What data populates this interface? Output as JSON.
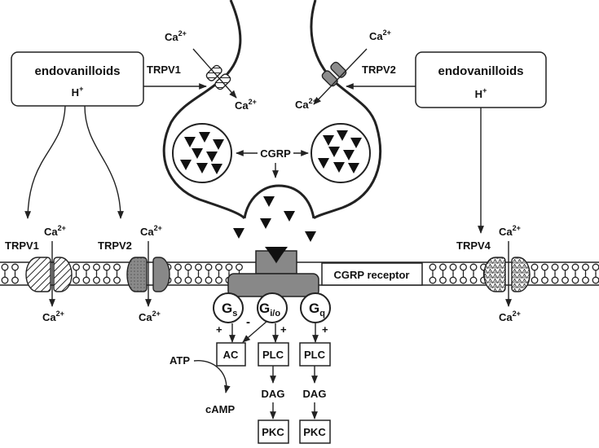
{
  "channels": {
    "trpv1": "TRPV1",
    "trpv2": "TRPV2",
    "trpv4": "TRPV4"
  },
  "ions": {
    "ca_base": "Ca",
    "ca_charge": "2+",
    "h_base": "H",
    "h_charge": "+"
  },
  "stimulus": "endovanilloids",
  "neuropeptide": "CGRP",
  "receptor": "CGRP receptor",
  "g_proteins": {
    "g": "G",
    "s": "s",
    "io": "i/o",
    "q": "q"
  },
  "effectors": {
    "ac": "AC",
    "plc": "PLC",
    "dag": "DAG",
    "pkc": "PKC",
    "atp": "ATP",
    "camp": "cAMP"
  },
  "signs": {
    "plus": "+",
    "minus": "-"
  }
}
